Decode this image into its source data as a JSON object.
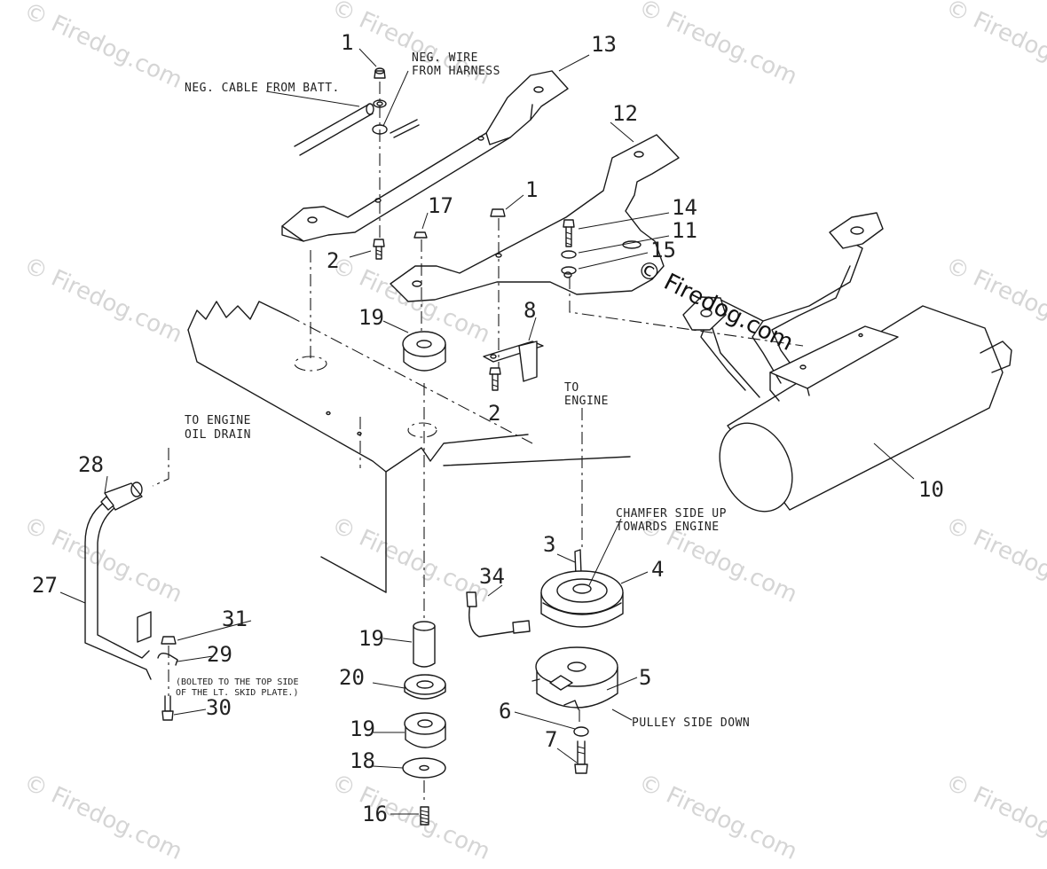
{
  "callouts": {
    "n1a": "1",
    "n1b": "1",
    "n2a": "2",
    "n2b": "2",
    "n3": "3",
    "n4": "4",
    "n5": "5",
    "n6": "6",
    "n7": "7",
    "n8": "8",
    "n10": "10",
    "n11": "11",
    "n12": "12",
    "n13": "13",
    "n14": "14",
    "n15": "15",
    "n16": "16",
    "n17": "17",
    "n18": "18",
    "n19a": "19",
    "n19b": "19",
    "n19c": "19",
    "n20": "20",
    "n27": "27",
    "n28": "28",
    "n29": "29",
    "n30": "30",
    "n31": "31",
    "n34": "34"
  },
  "notes": {
    "neg_cable": "NEG. CABLE FROM BATT.",
    "neg_wire_1": "NEG. WIRE",
    "neg_wire_2": "FROM HARNESS",
    "to_engine_1": "TO",
    "to_engine_2": "ENGINE",
    "oil_drain_1": "TO ENGINE",
    "oil_drain_2": "OIL DRAIN",
    "chamfer_1": "CHAMFER SIDE UP",
    "chamfer_2": "TOWARDS ENGINE",
    "pulley_side": "PULLEY SIDE DOWN",
    "bolted_1": "(BOLTED TO THE TOP SIDE",
    "bolted_2": "OF THE LT. SKID PLATE.)"
  },
  "watermark": {
    "text": "© Firedog.com",
    "main": "© Firedog.com"
  }
}
